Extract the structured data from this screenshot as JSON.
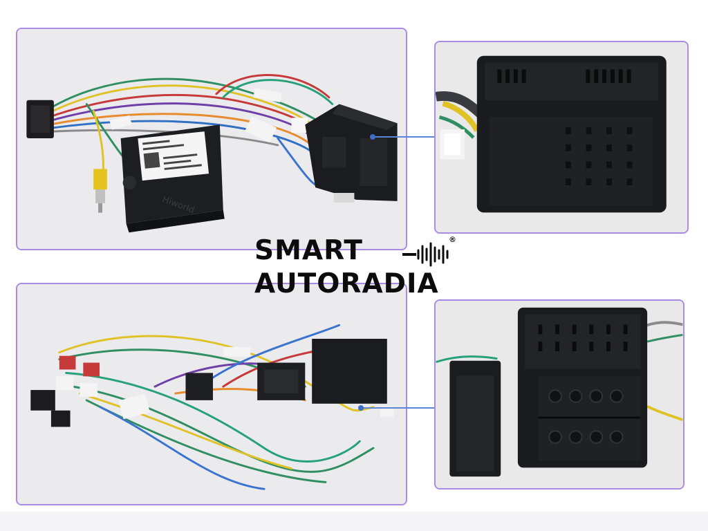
{
  "brand": {
    "logo_line1": "SMART",
    "logo_line2": "AUTORADIA",
    "registered_mark": "®"
  },
  "colors": {
    "panel_border": "#a98be6",
    "connector_line": "#5b86d6",
    "panel_background": "#ececee",
    "connector_body": "#1a1b1e",
    "logo_text": "#0c0c0c"
  },
  "panels": [
    {
      "id": "harness-top"
    },
    {
      "id": "connector-top-closeup"
    },
    {
      "id": "harness-bottom"
    },
    {
      "id": "connector-bottom-closeup"
    }
  ]
}
